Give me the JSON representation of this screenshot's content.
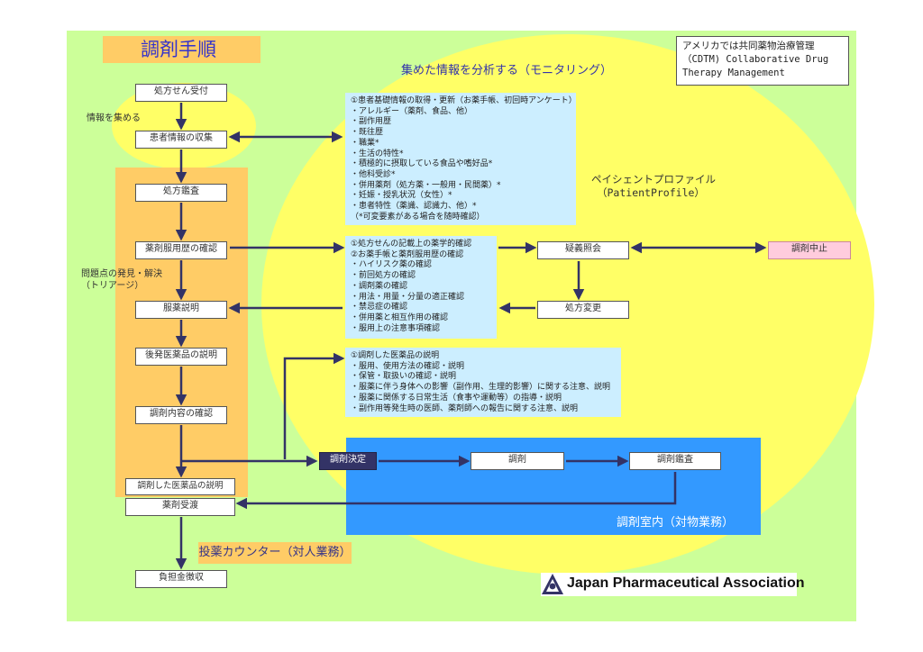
{
  "title": "調剤手順",
  "note": [
    "アメリカでは共同薬物治療管理",
    "（CDTM) Collaborative Drug",
    "Therapy Management"
  ],
  "monitoring_label": "集めた情報を分析する（モニタリング）",
  "patient_profile": [
    "ペイシェントプロファイル",
    "（PatientProfile）"
  ],
  "side_labels": {
    "collect": "情報を集める",
    "triage": [
      "問題点の発見・解決",
      "（トリアージ）"
    ]
  },
  "steps": {
    "s1": "処方せん受付",
    "s2": "患者情報の収集",
    "s3": "処方鑑査",
    "s4": "薬剤服用歴の確認",
    "s5": "服薬説明",
    "s6": "後発医薬品の説明",
    "s7": "調剤内容の確認",
    "s8": "調剤した医薬品の説明",
    "s9": "薬剤受渡",
    "s10": "負担金徴収"
  },
  "info1": [
    "①患者基礎情報の取得・更新（お薬手帳、初回時アンケート）",
    "・アレルギー（薬剤、食品、他）",
    "・副作用歴",
    "・既往歴",
    "・職業*",
    "・生活の特性*",
    "・積極的に摂取している食品や嗜好品*",
    "・他科受診*",
    "・併用薬剤（処方薬・一般用・民間薬）*",
    "・妊娠・授乳状況（女性）*",
    "・患者特性（薬識、認識力、他）*",
    "（*可変要素がある場合を随時確認）"
  ],
  "info2": [
    "①処方せんの記載上の薬学的確認",
    "②お薬手帳と薬剤服用歴の確認",
    "・ハイリスク薬の確認",
    "・前回処方の確認",
    "・調剤薬の確認",
    "・用法・用量・分量の適正確認",
    "・禁忌症の確認",
    "・併用薬と相互作用の確認",
    "・服用上の注意事項確認"
  ],
  "info3": [
    "①調剤した医薬品の説明",
    "・服用、使用方法の確認・説明",
    "・保管・取扱いの確認・説明",
    "・服薬に伴う身体への影響（副作用、生理的影響）に関する注意、説明",
    "・服薬に関係する日常生活（食事や運動等）の指導・説明",
    "・副作用等発生時の医師、薬剤師への報告に関する注意、説明"
  ],
  "gigi": "疑義照会",
  "henko": "処方変更",
  "chuushi": "調剤中止",
  "kettei": "調剤決定",
  "chouzai": "調剤",
  "kansa": "調剤鑑査",
  "room_label": "調剤室内（対物業務）",
  "counter_label": "投薬カウンター（対人業務）",
  "logo_text": "Japan Pharmaceutical Association",
  "colors": {
    "background": "#ccff99",
    "yellow": "#ffff66",
    "orange": "#ffcc66",
    "info_blue": "#cceeff",
    "room_blue": "#3399ff",
    "arrow": "#333366",
    "stop_pink": "#ffccdd"
  }
}
